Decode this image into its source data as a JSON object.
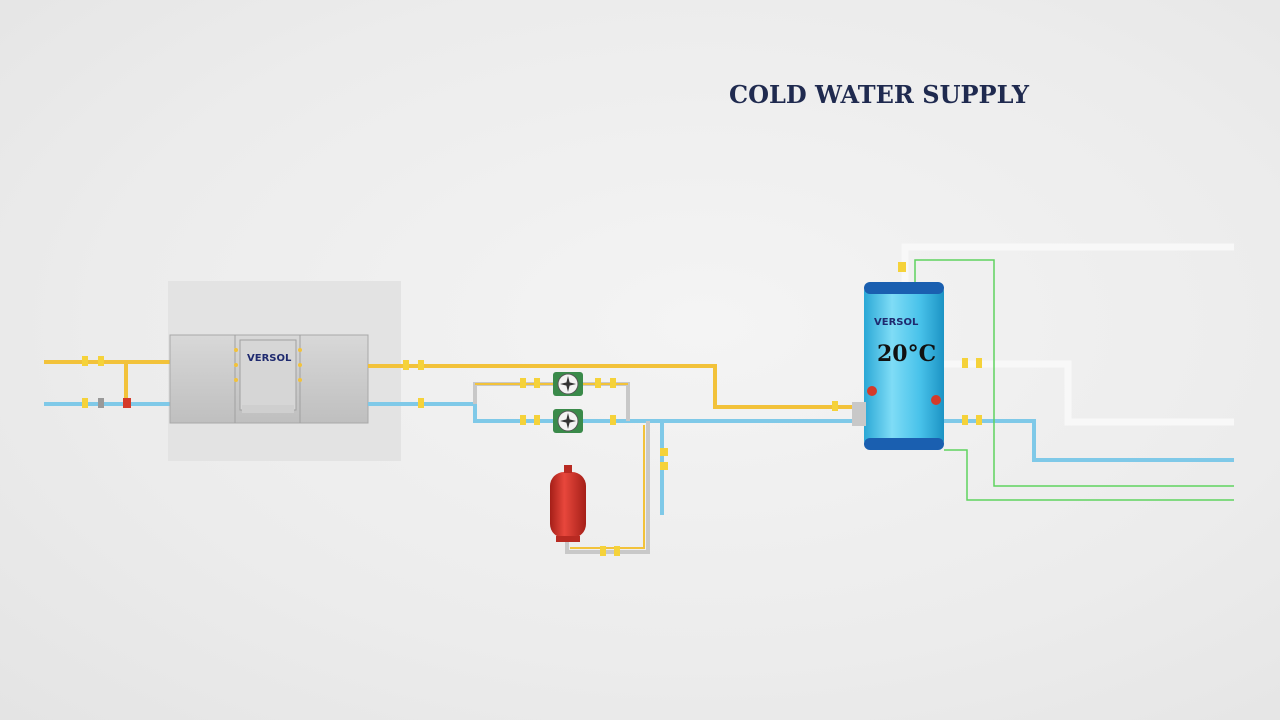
{
  "title": "COLD WATER SUPPLY",
  "tank": {
    "temperature": "20°C",
    "logo": "VERSOL"
  },
  "unit": {
    "logo": "VERSOL"
  },
  "colors": {
    "hot_pipe": "#f2c23a",
    "cold_pipe": "#7fc9e8",
    "white_pipe": "#f8f8f8",
    "signal_wire": "#5fd35f",
    "tank_body": "#4fc6ea",
    "tank_cap": "#1a5fb0",
    "expansion_vessel": "#d8322a",
    "title_text": "#1f2a4f"
  }
}
